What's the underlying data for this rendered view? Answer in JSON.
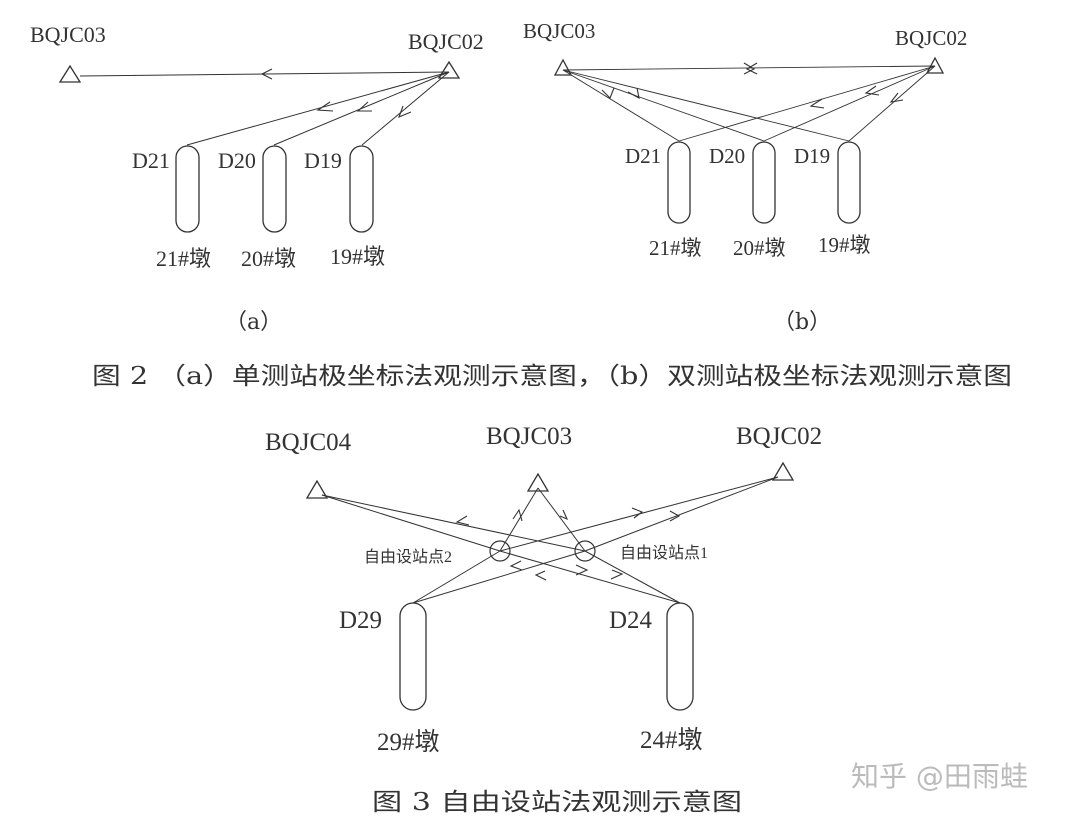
{
  "fig2": {
    "a": {
      "stations": {
        "left": "BQJC03",
        "right": "BQJC02"
      },
      "points": [
        "D21",
        "D20",
        "D19"
      ],
      "piers": [
        "21#墩",
        "20#墩",
        "19#墩"
      ],
      "sublabel": "（a）"
    },
    "b": {
      "stations": {
        "left": "BQJC03",
        "right": "BQJC02"
      },
      "points": [
        "D21",
        "D20",
        "D19"
      ],
      "piers": [
        "21#墩",
        "20#墩",
        "19#墩"
      ],
      "sublabel": "（b）"
    },
    "caption": "图 2 （a）单测站极坐标法观测示意图，（b）双测站极坐标法观测示意图"
  },
  "fig3": {
    "stations": [
      "BQJC04",
      "BQJC03",
      "BQJC02"
    ],
    "free_stations": [
      "自由设站点2",
      "自由设站点1"
    ],
    "points": [
      "D29",
      "D24"
    ],
    "piers": [
      "29#墩",
      "24#墩"
    ],
    "caption": "图 3 自由设站法观测示意图"
  },
  "watermark": "知乎 @田雨蛙"
}
